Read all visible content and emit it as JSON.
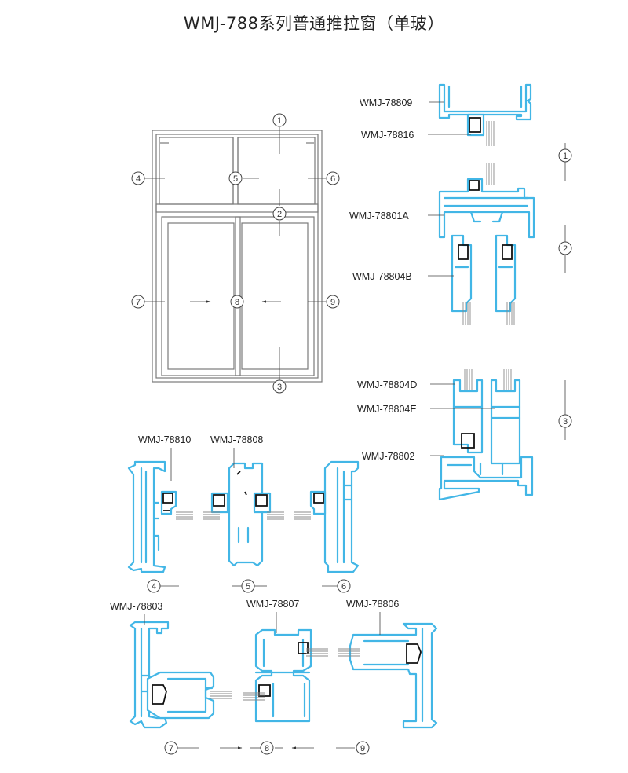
{
  "title": "WMJ-788系列普通推拉窗（单玻）",
  "section_markers": [
    "1",
    "2",
    "3",
    "4",
    "5",
    "6",
    "7",
    "8",
    "9"
  ],
  "profile_labels": {
    "p78809": "WMJ-78809",
    "p78816": "WMJ-78816",
    "p78801A": "WMJ-78801A",
    "p78804B": "WMJ-78804B",
    "p78804D": "WMJ-78804D",
    "p78804E": "WMJ-78804E",
    "p78802": "WMJ-78802",
    "p78810": "WMJ-78810",
    "p78808": "WMJ-78808",
    "p78803": "WMJ-78803",
    "p78807": "WMJ-78807",
    "p78806": "WMJ-78806"
  },
  "colors": {
    "profile": "#42b6e6",
    "line": "#444444",
    "frame": "#7a7a7a"
  }
}
